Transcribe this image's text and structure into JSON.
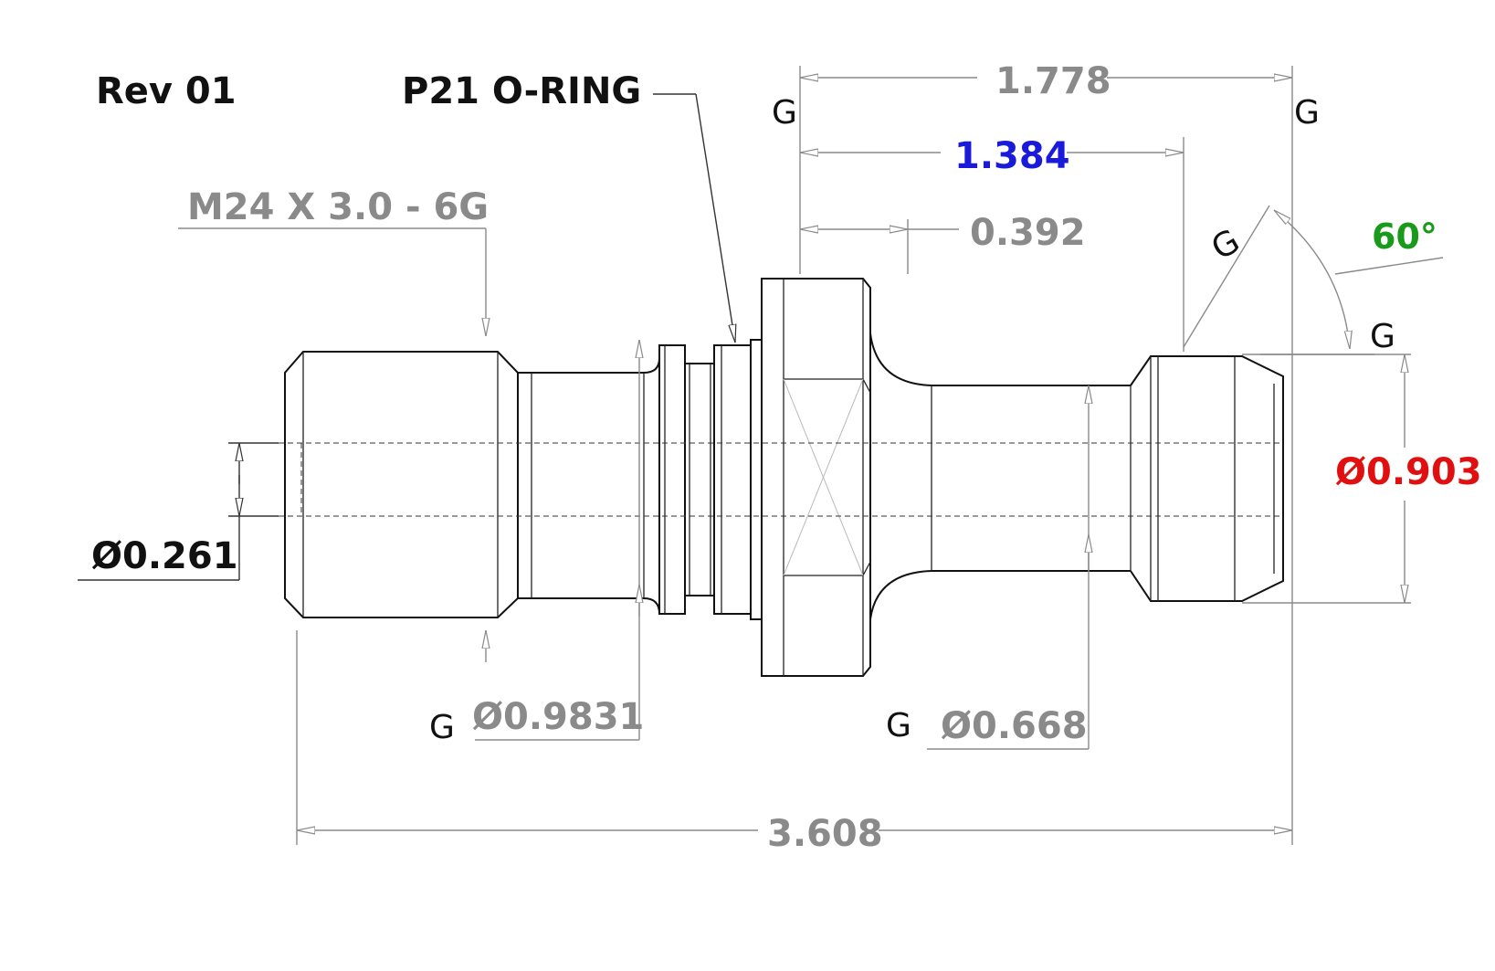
{
  "revision": "Rev 01",
  "callouts": {
    "oring": "P21 O-RING",
    "thread": "M24 X 3.0 - 6G"
  },
  "dimensions": {
    "overall_length": "3.608",
    "flange_to_end": "1.778",
    "flange_to_taper": "1.384",
    "flange_thickness": "0.392",
    "taper_angle": "60°",
    "head_diameter": "Ø0.903",
    "bore_diameter": "Ø0.261",
    "shank_diameter": "Ø0.9831",
    "neck_diameter": "Ø0.668"
  },
  "gauge_marks": [
    "G",
    "G",
    "G",
    "G",
    "G",
    "G"
  ],
  "colors": {
    "blue": "#1a1adb",
    "green": "#1a9a1a",
    "red": "#e01010",
    "gray": "#8a8a8a"
  }
}
